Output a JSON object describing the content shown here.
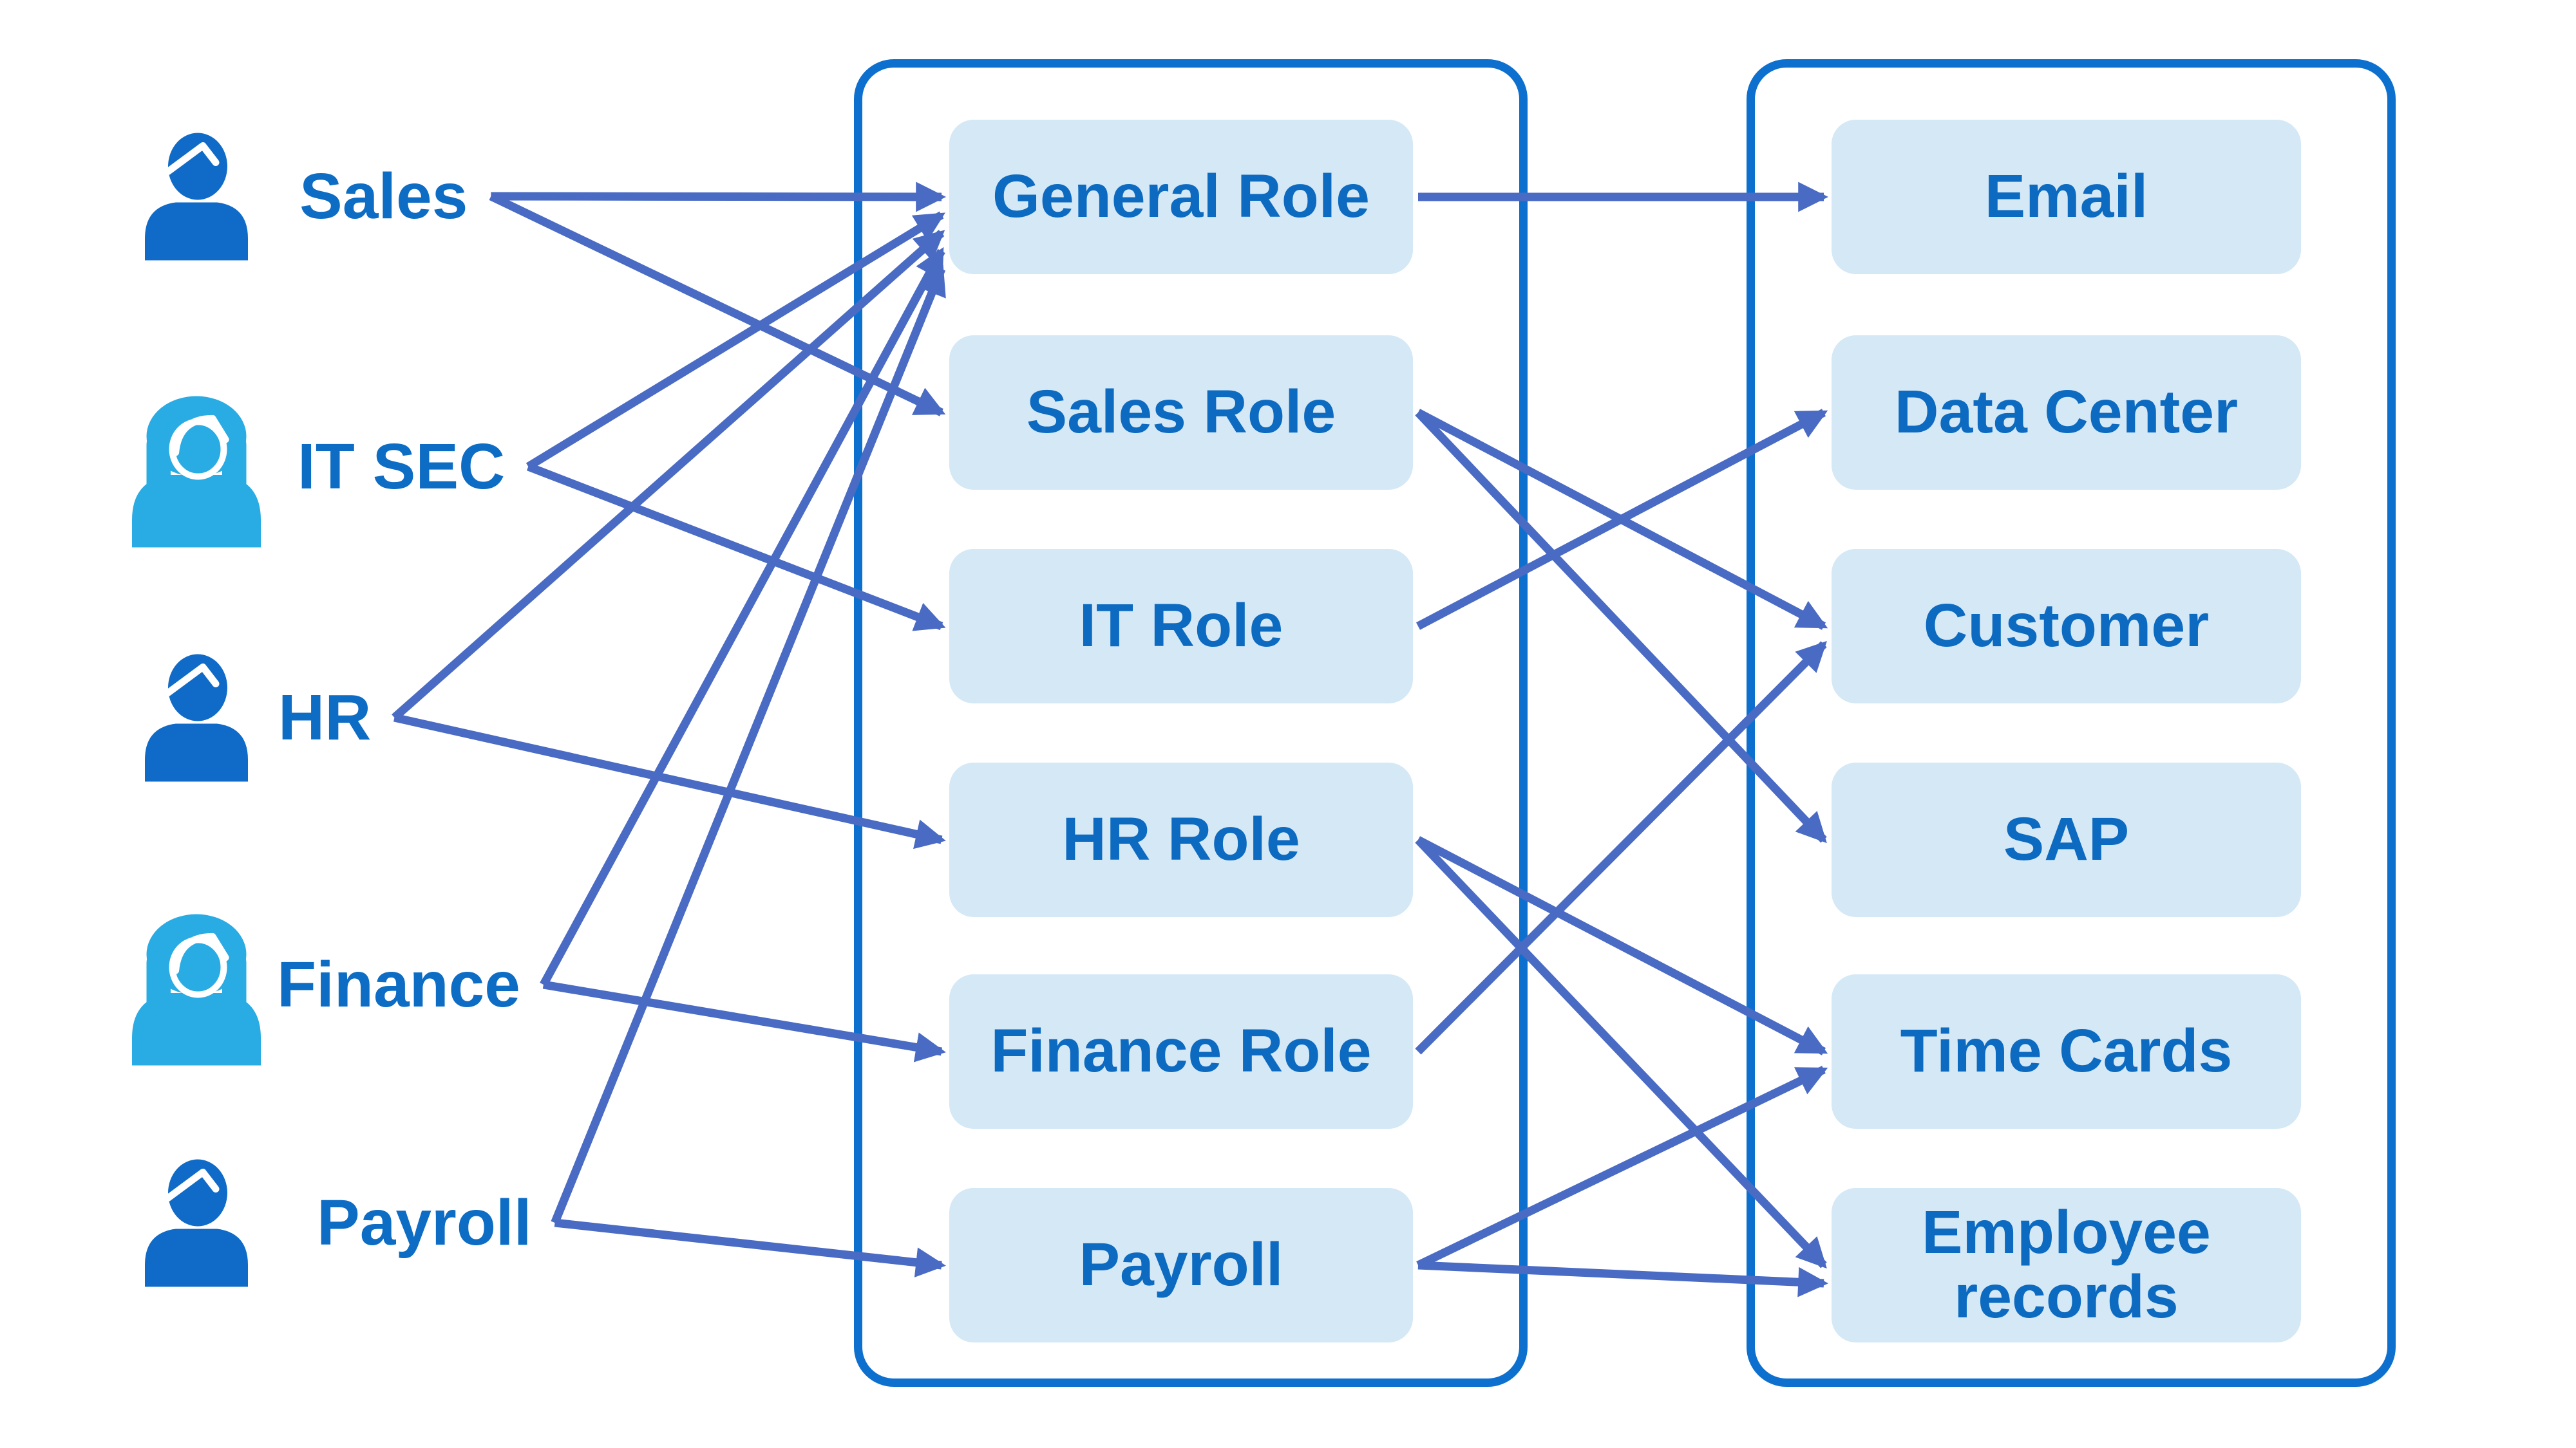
{
  "users": [
    {
      "id": "sales",
      "label": "Sales",
      "icon": "person-male-icon",
      "tone": "dark"
    },
    {
      "id": "itsec",
      "label": "IT SEC",
      "icon": "person-female-icon",
      "tone": "light"
    },
    {
      "id": "hr",
      "label": "HR",
      "icon": "person-male-icon",
      "tone": "dark"
    },
    {
      "id": "finance",
      "label": "Finance",
      "icon": "person-female-icon",
      "tone": "light"
    },
    {
      "id": "payroll",
      "label": "Payroll",
      "icon": "person-male-icon",
      "tone": "dark"
    }
  ],
  "roles": [
    {
      "id": "general_role",
      "label": "General Role"
    },
    {
      "id": "sales_role",
      "label": "Sales Role"
    },
    {
      "id": "it_role",
      "label": "IT Role"
    },
    {
      "id": "hr_role",
      "label": "HR Role"
    },
    {
      "id": "finance_role",
      "label": "Finance Role"
    },
    {
      "id": "payroll_role",
      "label": "Payroll"
    }
  ],
  "resources": [
    {
      "id": "email",
      "label": "Email"
    },
    {
      "id": "data_center",
      "label": "Data Center"
    },
    {
      "id": "customer",
      "label": "Customer"
    },
    {
      "id": "sap",
      "label": "SAP"
    },
    {
      "id": "time_cards",
      "label": "Time Cards"
    },
    {
      "id": "employee_records",
      "label": "Employee records"
    }
  ],
  "edges": {
    "user_to_role": [
      [
        "sales",
        "general_role"
      ],
      [
        "sales",
        "sales_role"
      ],
      [
        "itsec",
        "general_role"
      ],
      [
        "itsec",
        "it_role"
      ],
      [
        "hr",
        "general_role"
      ],
      [
        "hr",
        "hr_role"
      ],
      [
        "finance",
        "general_role"
      ],
      [
        "finance",
        "finance_role"
      ],
      [
        "payroll",
        "general_role"
      ],
      [
        "payroll",
        "payroll_role"
      ]
    ],
    "role_to_resource": [
      [
        "general_role",
        "email"
      ],
      [
        "sales_role",
        "customer"
      ],
      [
        "sales_role",
        "sap"
      ],
      [
        "it_role",
        "data_center"
      ],
      [
        "hr_role",
        "time_cards"
      ],
      [
        "hr_role",
        "employee_records"
      ],
      [
        "finance_role",
        "customer"
      ],
      [
        "payroll_role",
        "time_cards"
      ],
      [
        "payroll_role",
        "employee_records"
      ]
    ]
  },
  "colors": {
    "accent": "#0d6cc4",
    "container_border": "#0d70cf",
    "box_fill": "#d4e8f6",
    "box_text": "#0c6ac0",
    "arrow": "#4a6bc4",
    "male_icon": "#0f6bc7",
    "female_icon": "#29abe3",
    "background": "#ffffff"
  }
}
